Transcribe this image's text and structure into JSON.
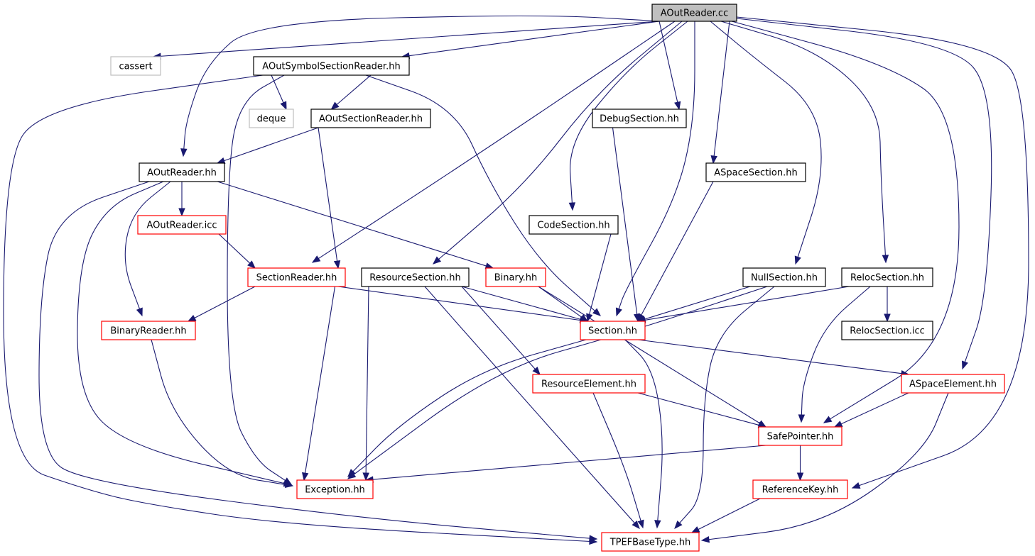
{
  "graph": {
    "colors": {
      "edge": "#191970",
      "root_fill": "#bfbfbf",
      "documented_border": "#000000",
      "incomplete_border": "#ff0000",
      "system_border": "#bfbfbf"
    },
    "nodes": [
      {
        "id": "aoutreader_cc",
        "label": "AOutReader.cc",
        "style": "root"
      },
      {
        "id": "cassert",
        "label": "cassert",
        "style": "system"
      },
      {
        "id": "aoutsymbolsectionreader_hh",
        "label": "AOutSymbolSectionReader.hh",
        "style": "black"
      },
      {
        "id": "deque",
        "label": "deque",
        "style": "system"
      },
      {
        "id": "aoutsectionreader_hh",
        "label": "AOutSectionReader.hh",
        "style": "black"
      },
      {
        "id": "debugsection_hh",
        "label": "DebugSection.hh",
        "style": "black"
      },
      {
        "id": "aoutreader_hh",
        "label": "AOutReader.hh",
        "style": "black"
      },
      {
        "id": "aspacesection_hh",
        "label": "ASpaceSection.hh",
        "style": "black"
      },
      {
        "id": "aoutreader_icc",
        "label": "AOutReader.icc",
        "style": "red"
      },
      {
        "id": "codesection_hh",
        "label": "CodeSection.hh",
        "style": "black"
      },
      {
        "id": "sectionreader_hh",
        "label": "SectionReader.hh",
        "style": "red"
      },
      {
        "id": "resourcesection_hh",
        "label": "ResourceSection.hh",
        "style": "black"
      },
      {
        "id": "binary_hh",
        "label": "Binary.hh",
        "style": "red"
      },
      {
        "id": "nullsection_hh",
        "label": "NullSection.hh",
        "style": "black"
      },
      {
        "id": "relocsection_hh",
        "label": "RelocSection.hh",
        "style": "black"
      },
      {
        "id": "binaryreader_hh",
        "label": "BinaryReader.hh",
        "style": "red"
      },
      {
        "id": "section_hh",
        "label": "Section.hh",
        "style": "red"
      },
      {
        "id": "relocsection_icc",
        "label": "RelocSection.icc",
        "style": "black"
      },
      {
        "id": "resourceelement_hh",
        "label": "ResourceElement.hh",
        "style": "red"
      },
      {
        "id": "aspaceelement_hh",
        "label": "ASpaceElement.hh",
        "style": "red"
      },
      {
        "id": "safepointer_hh",
        "label": "SafePointer.hh",
        "style": "red"
      },
      {
        "id": "exception_hh",
        "label": "Exception.hh",
        "style": "red"
      },
      {
        "id": "referencekey_hh",
        "label": "ReferenceKey.hh",
        "style": "red"
      },
      {
        "id": "tpefbasetype_hh",
        "label": "TPEFBaseType.hh",
        "style": "red"
      }
    ],
    "edges": [
      [
        "aoutreader_cc",
        "cassert"
      ],
      [
        "aoutreader_cc",
        "aoutsymbolsectionreader_hh"
      ],
      [
        "aoutreader_cc",
        "aoutreader_hh"
      ],
      [
        "aoutreader_cc",
        "sectionreader_hh"
      ],
      [
        "aoutreader_cc",
        "resourcesection_hh"
      ],
      [
        "aoutreader_cc",
        "codesection_hh"
      ],
      [
        "aoutreader_cc",
        "debugsection_hh"
      ],
      [
        "aoutreader_cc",
        "section_hh"
      ],
      [
        "aoutreader_cc",
        "aspacesection_hh"
      ],
      [
        "aoutreader_cc",
        "nullsection_hh"
      ],
      [
        "aoutreader_cc",
        "relocsection_hh"
      ],
      [
        "aoutreader_cc",
        "safepointer_hh"
      ],
      [
        "aoutreader_cc",
        "aspaceelement_hh"
      ],
      [
        "aoutreader_cc",
        "referencekey_hh"
      ],
      [
        "aoutsymbolsectionreader_hh",
        "deque"
      ],
      [
        "aoutsymbolsectionreader_hh",
        "aoutsectionreader_hh"
      ],
      [
        "aoutsymbolsectionreader_hh",
        "tpefbasetype_hh"
      ],
      [
        "aoutsymbolsectionreader_hh",
        "exception_hh"
      ],
      [
        "aoutsymbolsectionreader_hh",
        "section_hh"
      ],
      [
        "aoutsectionreader_hh",
        "aoutreader_hh"
      ],
      [
        "aoutsectionreader_hh",
        "sectionreader_hh"
      ],
      [
        "aoutreader_hh",
        "aoutreader_icc"
      ],
      [
        "aoutreader_hh",
        "binary_hh"
      ],
      [
        "aoutreader_hh",
        "binaryreader_hh"
      ],
      [
        "aoutreader_hh",
        "exception_hh"
      ],
      [
        "aoutreader_hh",
        "tpefbasetype_hh"
      ],
      [
        "aoutreader_icc",
        "sectionreader_hh"
      ],
      [
        "sectionreader_hh",
        "binaryreader_hh"
      ],
      [
        "sectionreader_hh",
        "section_hh"
      ],
      [
        "sectionreader_hh",
        "exception_hh"
      ],
      [
        "binaryreader_hh",
        "exception_hh"
      ],
      [
        "debugsection_hh",
        "section_hh"
      ],
      [
        "codesection_hh",
        "section_hh"
      ],
      [
        "aspacesection_hh",
        "section_hh"
      ],
      [
        "resourcesection_hh",
        "section_hh"
      ],
      [
        "resourcesection_hh",
        "resourceelement_hh"
      ],
      [
        "resourcesection_hh",
        "exception_hh"
      ],
      [
        "resourcesection_hh",
        "tpefbasetype_hh"
      ],
      [
        "binary_hh",
        "section_hh"
      ],
      [
        "binary_hh",
        "safepointer_hh"
      ],
      [
        "nullsection_hh",
        "section_hh"
      ],
      [
        "nullsection_hh",
        "exception_hh"
      ],
      [
        "nullsection_hh",
        "tpefbasetype_hh"
      ],
      [
        "relocsection_hh",
        "section_hh"
      ],
      [
        "relocsection_hh",
        "relocsection_icc"
      ],
      [
        "relocsection_hh",
        "safepointer_hh"
      ],
      [
        "section_hh",
        "exception_hh"
      ],
      [
        "section_hh",
        "aspaceelement_hh"
      ],
      [
        "section_hh",
        "tpefbasetype_hh"
      ],
      [
        "resourceelement_hh",
        "safepointer_hh"
      ],
      [
        "resourceelement_hh",
        "tpefbasetype_hh"
      ],
      [
        "aspaceelement_hh",
        "safepointer_hh"
      ],
      [
        "aspaceelement_hh",
        "tpefbasetype_hh"
      ],
      [
        "safepointer_hh",
        "exception_hh"
      ],
      [
        "safepointer_hh",
        "referencekey_hh"
      ],
      [
        "referencekey_hh",
        "tpefbasetype_hh"
      ]
    ]
  }
}
